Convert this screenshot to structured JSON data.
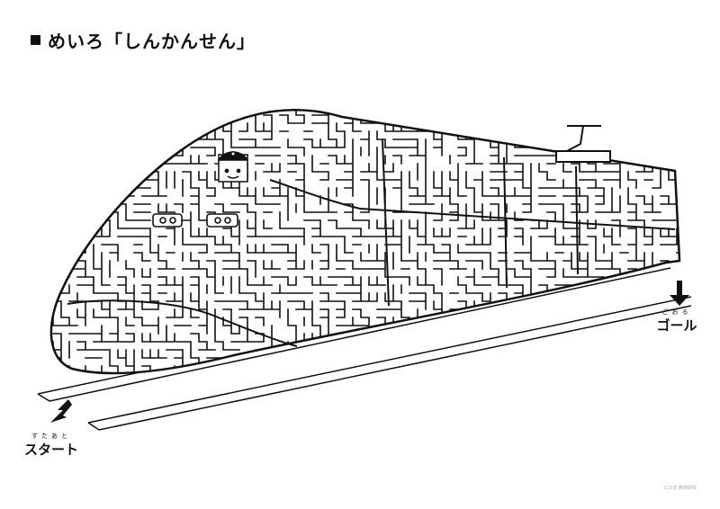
{
  "title": {
    "text": "めいろ「しんかんせん」"
  },
  "start": {
    "ruby": "すたあと",
    "label": "スタート"
  },
  "goal": {
    "ruby": "ごおる",
    "label": "ゴール"
  },
  "footer": {
    "text": "公文式 教材研究"
  },
  "colors": {
    "ink": "#111111",
    "paper": "#ffffff",
    "footer": "#aaaaaa"
  }
}
